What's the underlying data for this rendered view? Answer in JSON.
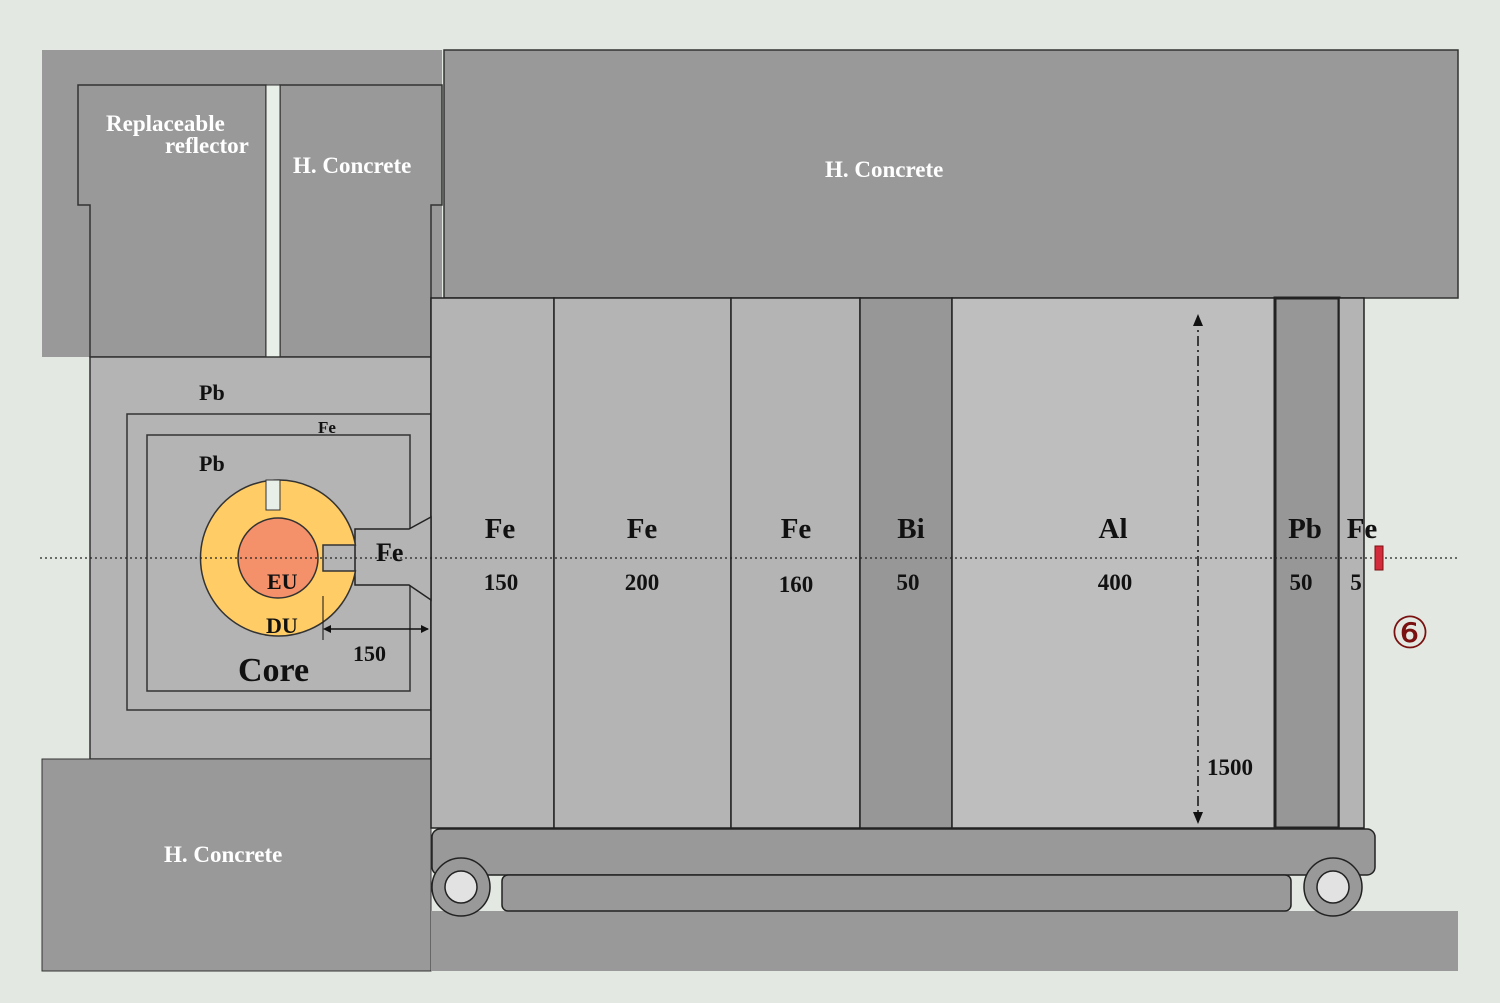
{
  "labels": {
    "replaceable_line1": "Replaceable",
    "replaceable_line2": "reflector",
    "hconcrete_upper_left": "H. Concrete",
    "hconcrete_upper_right": "H. Concrete",
    "hconcrete_lower": "H. Concrete",
    "pb_outer": "Pb",
    "fe_thin": "Fe",
    "pb_inner": "Pb",
    "eu": "EU",
    "du": "DU",
    "core": "Core",
    "core_gap": "150",
    "fe_plug": "Fe",
    "height_dim": "1500",
    "detector_marker": "⑥"
  },
  "layers": [
    {
      "material": "Fe",
      "thickness": "150"
    },
    {
      "material": "Fe",
      "thickness": "200"
    },
    {
      "material": "Fe",
      "thickness": "160"
    },
    {
      "material": "Bi",
      "thickness": "50"
    },
    {
      "material": "Al",
      "thickness": "400"
    },
    {
      "material": "Pb",
      "thickness": "50"
    },
    {
      "material": "Fe",
      "thickness": "5"
    }
  ],
  "colors": {
    "background": "#e3e9e2",
    "concrete": "#999999",
    "shield_light": "#b4b4b4",
    "shield_dark": "#979797",
    "al_layer": "#bebebe",
    "du_ring": "#ffcc66",
    "eu_core": "#f4906a",
    "detector": "#d42b3c",
    "marker": "#7a1010"
  }
}
